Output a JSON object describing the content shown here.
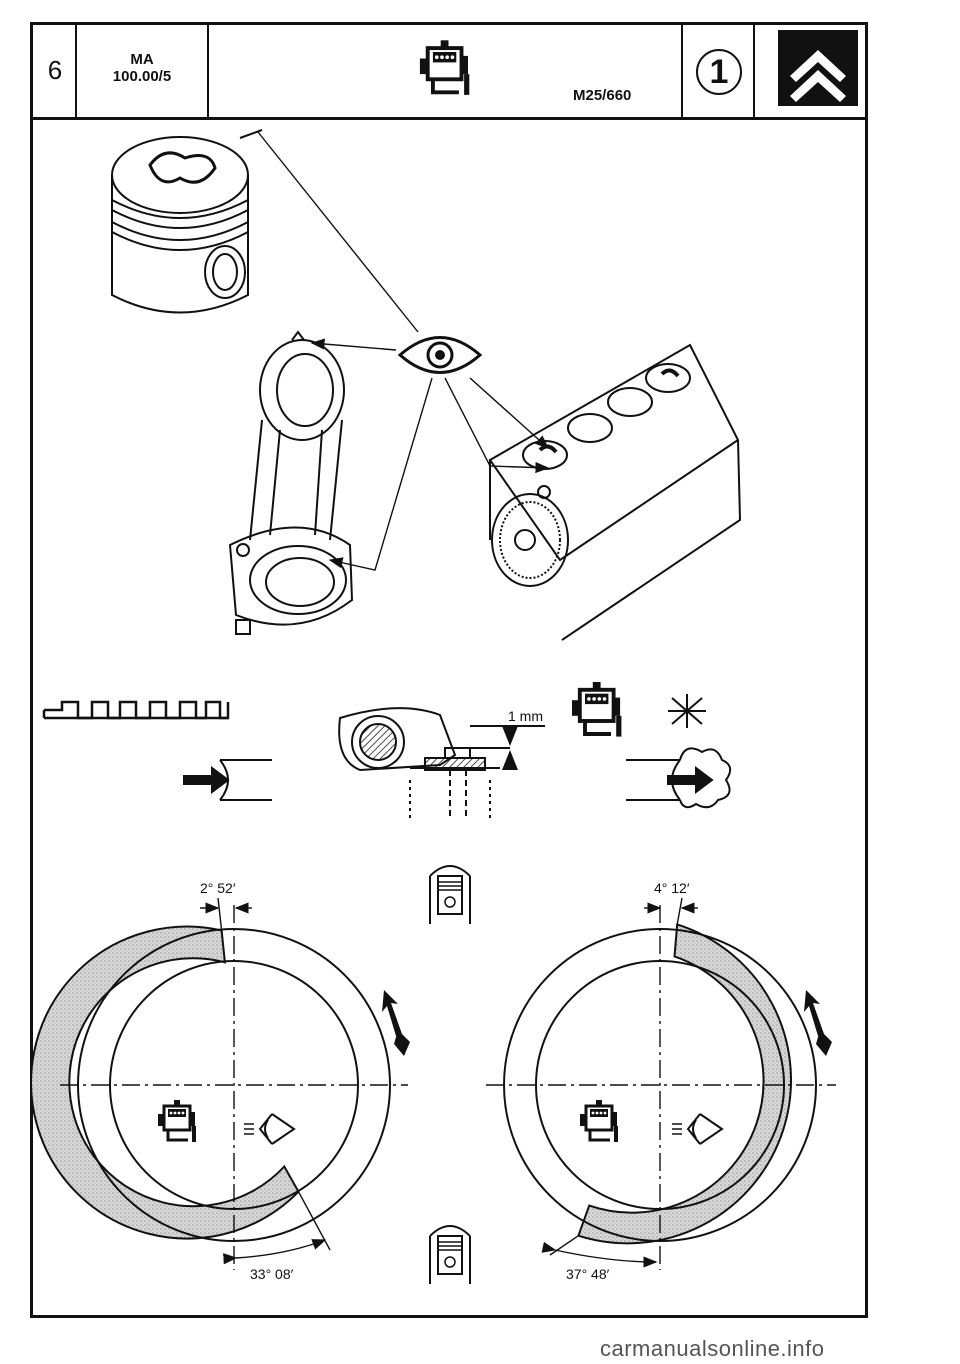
{
  "header": {
    "page_number": "6",
    "doc_code_line1": "MA",
    "doc_code_line2": "100.00/5",
    "model_code": "M25/660",
    "sheet_number": "1"
  },
  "labels": {
    "gap": "1 mm",
    "angle_top_left": "2° 52′",
    "angle_top_right": "4° 12′",
    "angle_bottom_left": "33° 08′",
    "angle_bottom_right": "37° 48′"
  },
  "footer": {
    "watermark": "carmanualsonline.info"
  },
  "icons": [
    "engine-icon",
    "eye-icon",
    "citroen-logo-icon",
    "snowflake-icon",
    "piston-icon",
    "intake-arrow-icon",
    "exhaust-arrow-icon",
    "rotation-arrow-icon"
  ]
}
